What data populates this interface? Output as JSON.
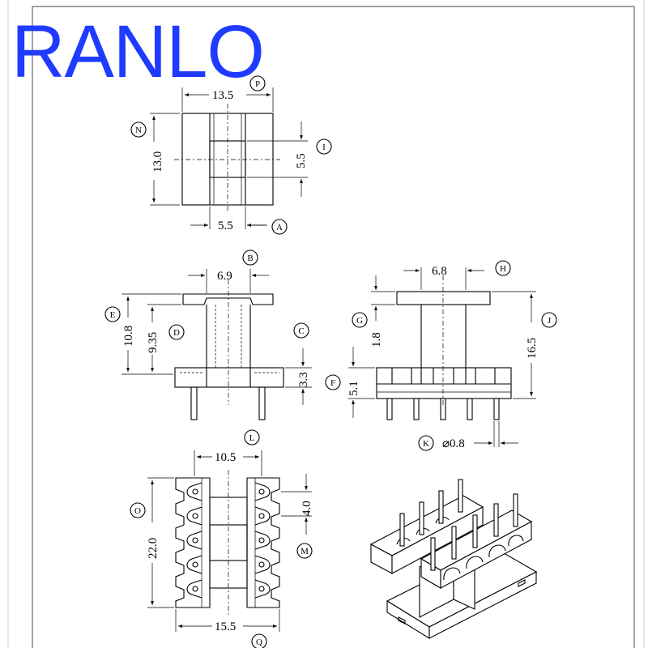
{
  "brand": {
    "logo_text": "RANLO"
  },
  "dimensions": {
    "top_width": "13.5",
    "top_height": "13.0",
    "top_window": "5.5",
    "top_bottom_width": "5.5",
    "front_top_width": "6.9",
    "front_total_height": "10.8",
    "front_inner_height": "9.35",
    "front_base_height": "3.3",
    "side_top_width": "6.8",
    "side_flange": "1.8",
    "side_total_height": "16.5",
    "side_base_height": "5.1",
    "pin_diameter": "⌀0.8",
    "bottom_inner_width": "10.5",
    "bottom_pitch": "4.0",
    "bottom_height": "22.0",
    "bottom_width": "15.5"
  },
  "callouts": [
    "P",
    "N",
    "I",
    "A",
    "B",
    "E",
    "D",
    "C",
    "H",
    "G",
    "J",
    "F",
    "K",
    "L",
    "O",
    "M",
    "Q"
  ]
}
